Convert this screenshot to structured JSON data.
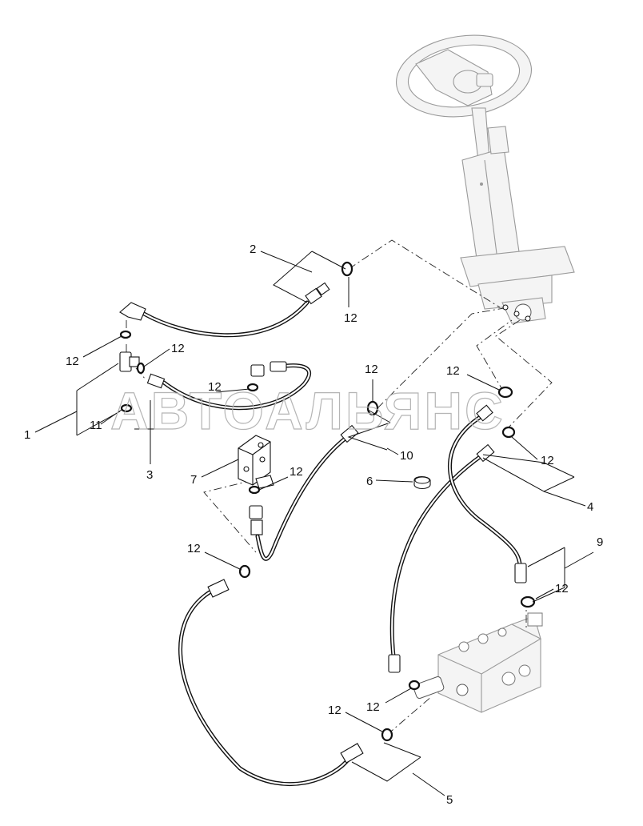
{
  "watermark": "АВТОАЛЬЯНС",
  "callouts": {
    "c1": "1",
    "c2": "2",
    "c3": "3",
    "c4": "4",
    "c5": "5",
    "c6": "6",
    "c7": "7",
    "c9": "9",
    "c10": "10",
    "c11": "11",
    "c12a": "12",
    "c12b": "12",
    "c12c": "12",
    "c12d": "12",
    "c12e": "12",
    "c12f": "12",
    "c12g": "12",
    "c12h": "12",
    "c12i": "12",
    "c12j": "12",
    "c12k": "12",
    "c12l": "12"
  }
}
